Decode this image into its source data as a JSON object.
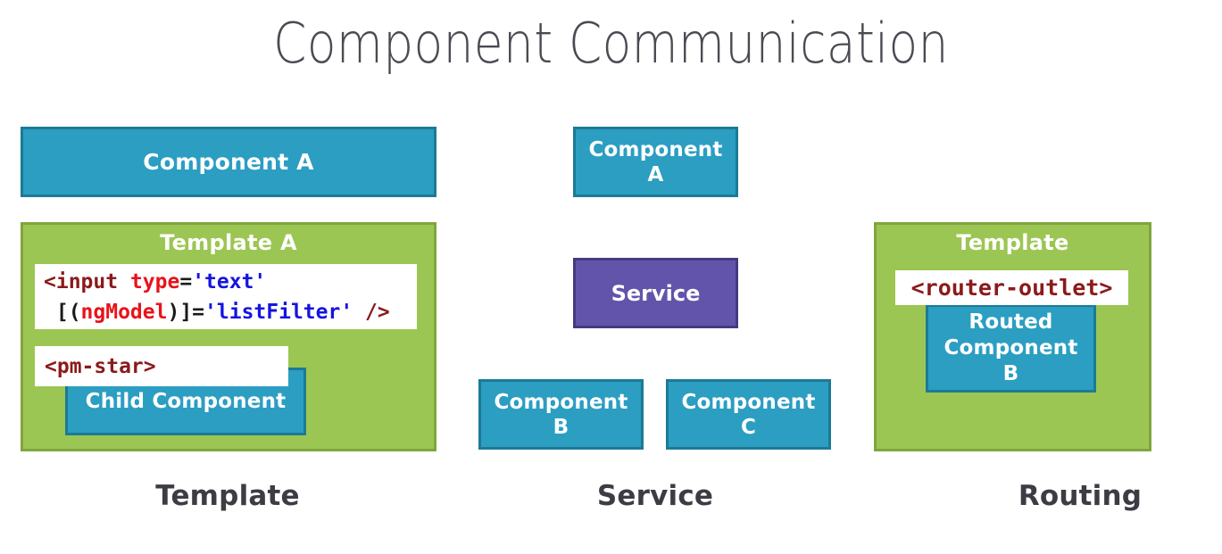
{
  "page": {
    "title": "Component Communication",
    "background_color": "#ffffff"
  },
  "colors": {
    "component_blue": "#2b9ec2",
    "component_blue_border": "#1c7a96",
    "template_green": "#9cc653",
    "template_green_border": "#7fa53d",
    "service_purple": "#6254ab",
    "service_purple_border": "#463a80",
    "code_white": "#ffffff",
    "title_gray": "#4a4a52",
    "caption_gray": "#3c3c44",
    "code_tag": "#8b1a1a",
    "code_attr": "#e8131a",
    "code_string": "#1414e0"
  },
  "columns": [
    {
      "key": "template",
      "caption": "Template",
      "component_box": "Component A",
      "panel_title": "Template A",
      "code_lines": [
        {
          "tokens": [
            {
              "text": "<input ",
              "kind": "tag"
            },
            {
              "text": "type",
              "kind": "attr"
            },
            {
              "text": "=",
              "kind": "punct"
            },
            {
              "text": "'text'",
              "kind": "string"
            }
          ]
        },
        {
          "tokens": [
            {
              "text": " [(",
              "kind": "punct"
            },
            {
              "text": "ngModel",
              "kind": "binding"
            },
            {
              "text": ")]=",
              "kind": "punct"
            },
            {
              "text": "'listFilter'",
              "kind": "string"
            },
            {
              "text": " />",
              "kind": "tag"
            }
          ]
        }
      ],
      "child_tag": "<pm-star>",
      "child_component": "Child Component"
    },
    {
      "key": "service",
      "caption": "Service",
      "component_box": "Component\nA",
      "service_box": "Service",
      "consumers": [
        "Component\nB",
        "Component\nC"
      ]
    },
    {
      "key": "routing",
      "caption": "Routing",
      "panel_title": "Template",
      "router_outlet": "<router-outlet>",
      "routed_component": "Routed\nComponent\nB"
    }
  ]
}
